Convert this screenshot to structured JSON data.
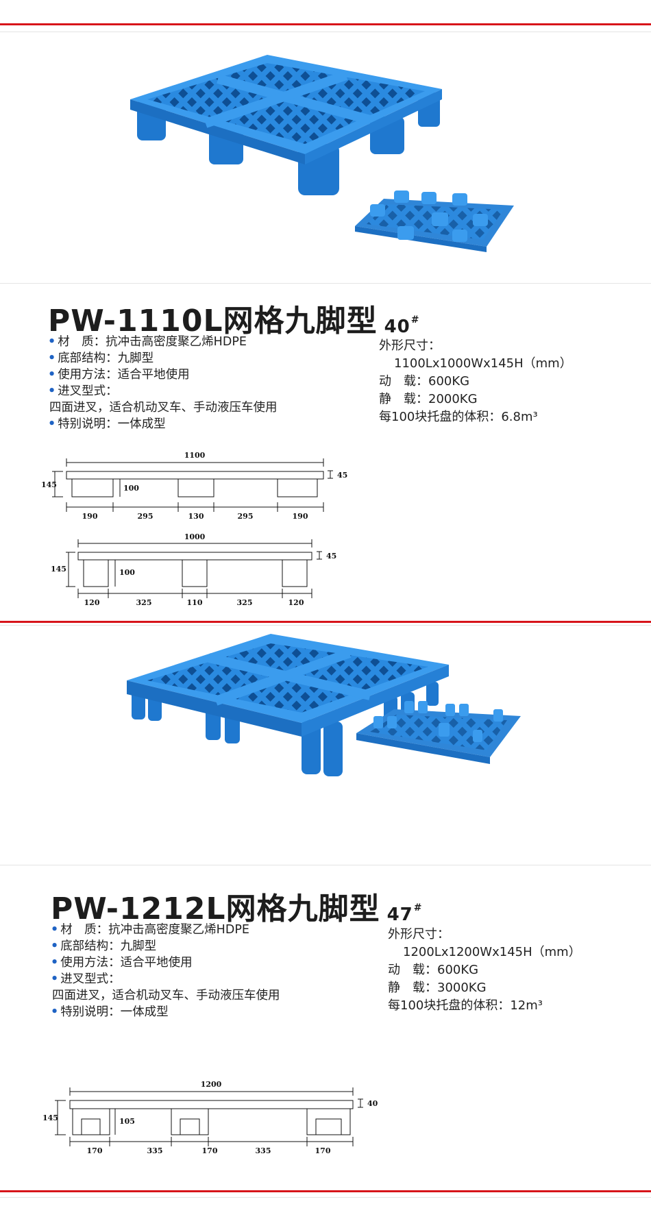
{
  "products": [
    {
      "model": "PW-1110L网格九脚型",
      "model_num": "40",
      "model_mark": "#",
      "features": {
        "material": "材　质：抗冲击高密度聚乙烯HDPE",
        "base": "底部结构：九脚型",
        "usage": "使用方法：适合平地使用",
        "fork": "进叉型式：",
        "fork_detail": "四面进叉，适合机动叉车、手动液压车使用",
        "special": "特别说明：一体成型"
      },
      "dims": {
        "size_label": "外形尺寸：",
        "size": "1100Lx1000Wx145H（mm）",
        "dynamic": "动　载：600KG",
        "static": "静　载：2000KG",
        "volume": "每100块托盘的体积：6.8m³"
      },
      "drawing_a": {
        "total": "1100",
        "height": "145",
        "deck": "45",
        "leg": "100",
        "segments": [
          "190",
          "295",
          "130",
          "295",
          "190"
        ]
      },
      "drawing_b": {
        "total": "1000",
        "height": "145",
        "deck": "45",
        "leg": "100",
        "segments": [
          "120",
          "325",
          "110",
          "325",
          "120"
        ]
      }
    },
    {
      "model": "PW-1212L网格九脚型",
      "model_num": "47",
      "model_mark": "#",
      "features": {
        "material": "材　质：抗冲击高密度聚乙烯HDPE",
        "base": "底部结构：九脚型",
        "usage": "使用方法：适合平地使用",
        "fork": "进叉型式：",
        "fork_detail": "四面进叉，适合机动叉车、手动液压车使用",
        "special": "特别说明：一体成型"
      },
      "dims": {
        "size_label": "外形尺寸：",
        "size": "1200Lx1200Wx145H（mm）",
        "dynamic": "动　载：600KG",
        "static": "静　载：3000KG",
        "volume": "每100块托盘的体积：12m³"
      },
      "drawing_a": {
        "total": "1200",
        "height": "145",
        "deck": "40",
        "leg": "105",
        "segments": [
          "170",
          "335",
          "170",
          "335",
          "170"
        ]
      }
    }
  ],
  "colors": {
    "accent_red": "#d7141a",
    "pallet_blue": "#2c8fe0",
    "bullet_blue": "#1f63c4"
  }
}
